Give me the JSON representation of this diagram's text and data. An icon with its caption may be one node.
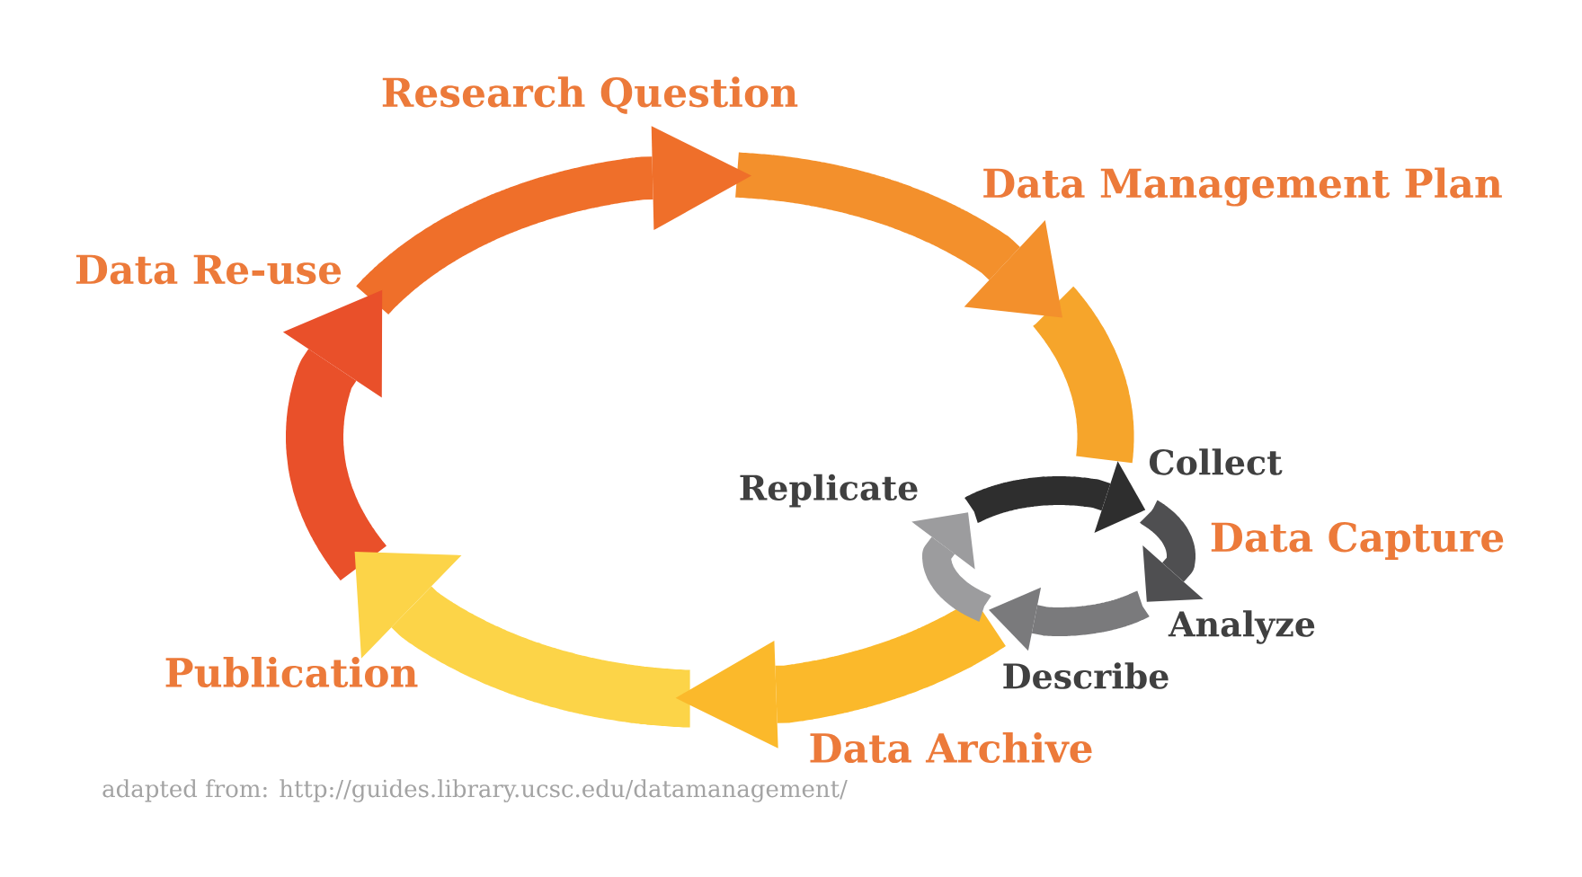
{
  "diagram": {
    "nodes": [
      {
        "text": [
          "Research Question"
        ]
      },
      {
        "text": [
          "Data Management Plan"
        ]
      },
      {
        "text": [
          "Data Re-use"
        ]
      },
      {
        "text": [
          "Collect"
        ]
      },
      {
        "text": [
          "Replicate"
        ]
      },
      {
        "text": [
          "Analyze"
        ]
      },
      {
        "text": [
          "Publication"
        ]
      },
      {
        "text": [
          "Describe"
        ]
      },
      {
        "text": [
          "Data Archive"
        ]
      }
    ],
    "edges": [
      {
        "from": 2,
        "to": 0,
        "arrow": "to",
        "color": "#ef6f2a"
      },
      {
        "from": 0,
        "to": 1,
        "arrow": "to",
        "color": "#f3902c"
      },
      {
        "from": 1,
        "to": 3,
        "arrow": "none",
        "color": "#f6a52b"
      },
      {
        "from": 7,
        "to": 8,
        "arrow": "to",
        "color": "#fbb92b"
      },
      {
        "from": 8,
        "to": 6,
        "arrow": "to",
        "color": "#fcd448"
      },
      {
        "from": 6,
        "to": 2,
        "arrow": "to",
        "color": "#e9502a"
      },
      {
        "from": 4,
        "to": 3,
        "arrow": "to",
        "color": "#2e2e2e"
      },
      {
        "from": 3,
        "to": 5,
        "arrow": "to",
        "color": "#4f4f51"
      },
      {
        "from": 5,
        "to": 7,
        "arrow": "to",
        "color": "#7a7a7c"
      },
      {
        "from": 7,
        "to": 4,
        "arrow": "to",
        "color": "#9c9c9e"
      }
    ],
    "labels": [
      "Data Capture",
      "adapted from: http://guides.library.ucsc.edu/datamanagement/"
    ]
  }
}
